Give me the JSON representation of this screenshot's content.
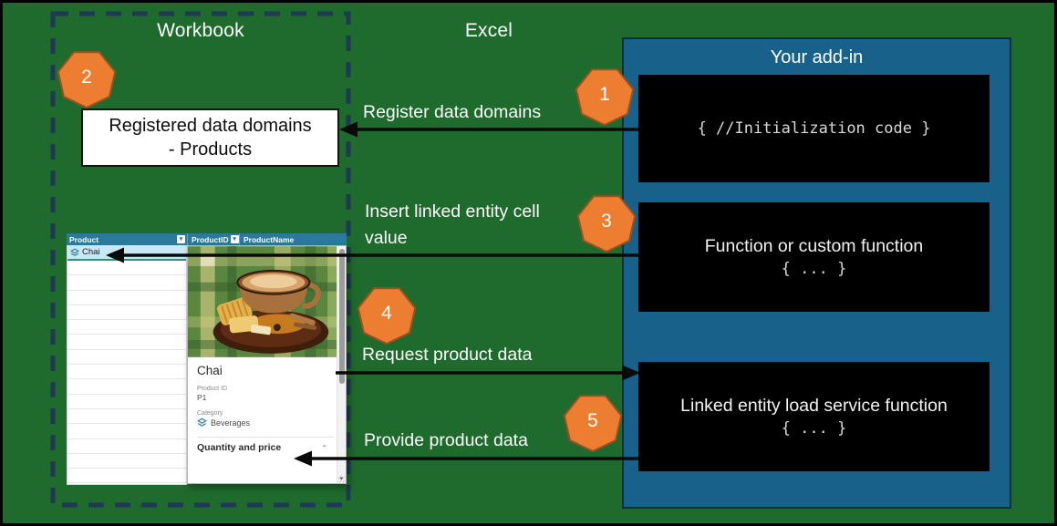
{
  "zones": {
    "workbook_label": "Workbook",
    "excel_label": "Excel",
    "addin_title": "Your add-in"
  },
  "registered_domains_box": {
    "line1": "Registered data domains",
    "line2": "- Products"
  },
  "addin_boxes": {
    "init_code": "{ //Initialization code }",
    "function_title": "Function or custom function",
    "function_code": "{ ... }",
    "load_service_title": "Linked entity load service function",
    "load_service_code": "{ ... }"
  },
  "annotations": {
    "step1_label": "Register data domains",
    "step3_label_line1": "Insert linked entity cell",
    "step3_label_line2": "value",
    "step4_label": "Request product data",
    "step5_label": "Provide product data"
  },
  "badges": {
    "step1": "1",
    "step2": "2",
    "step3": "3",
    "step4": "4",
    "step5": "5"
  },
  "sheet": {
    "headers": {
      "product": "Product",
      "product_id": "ProductID",
      "product_name": "ProductName"
    },
    "chai_cell": "Chai"
  },
  "card": {
    "title": "Chai",
    "product_id_label": "Product ID",
    "product_id_value": "P1",
    "category_label": "Category",
    "category_value": "Beverages",
    "section_title": "Quantity and price",
    "image_alt": "Photo of a cup of chai with biscuits on a saucer"
  },
  "icons": {
    "dropdown_glyph": "▾",
    "scroll_down_glyph": "▼",
    "collapse_glyph": "⌃"
  },
  "colors": {
    "background_green": "#1e6b2d",
    "dashed_border": "#1f3a52",
    "addin_blue": "#17618a",
    "badge_orange": "#ed7d31",
    "badge_border": "#9c5120",
    "excel_header_teal": "#2b7a9d",
    "selected_cell_blue": "#c9e8f5",
    "selection_underline": "#2f9478",
    "arrow_black": "#0a0a0a",
    "code_text_gray": "#d9d9d9"
  }
}
